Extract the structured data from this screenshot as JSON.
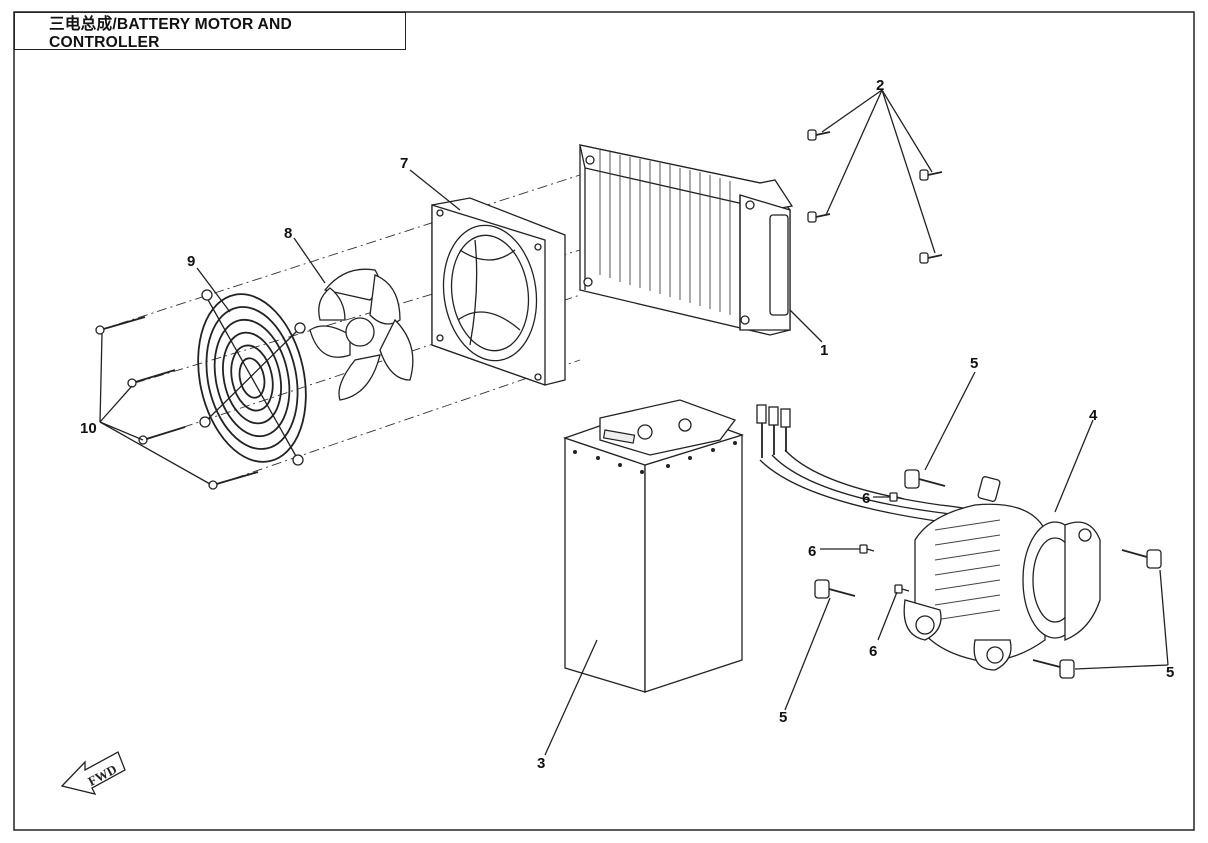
{
  "title": "三电总成/BATTERY MOTOR AND CONTROLLER",
  "fwd_label": "FWD",
  "callouts": {
    "c1": "1",
    "c2": "2",
    "c3": "3",
    "c4": "4",
    "c5a": "5",
    "c5b": "5",
    "c5c": "5",
    "c6a": "6",
    "c6b": "6",
    "c6c": "6",
    "c7": "7",
    "c8": "8",
    "c9": "9",
    "c10": "10"
  },
  "parts": [
    {
      "id": "controller",
      "icon": "controller-heatsink"
    },
    {
      "id": "bolts-2",
      "icon": "bolt"
    },
    {
      "id": "battery",
      "icon": "battery-box"
    },
    {
      "id": "motor",
      "icon": "electric-motor"
    },
    {
      "id": "bolts-5",
      "icon": "flange-bolt"
    },
    {
      "id": "screws-6",
      "icon": "small-screw"
    },
    {
      "id": "fan-housing",
      "icon": "fan-frame"
    },
    {
      "id": "fan-blade",
      "icon": "fan-impeller"
    },
    {
      "id": "fan-guard",
      "icon": "wire-grille"
    },
    {
      "id": "long-screws-10",
      "icon": "long-screw"
    }
  ]
}
